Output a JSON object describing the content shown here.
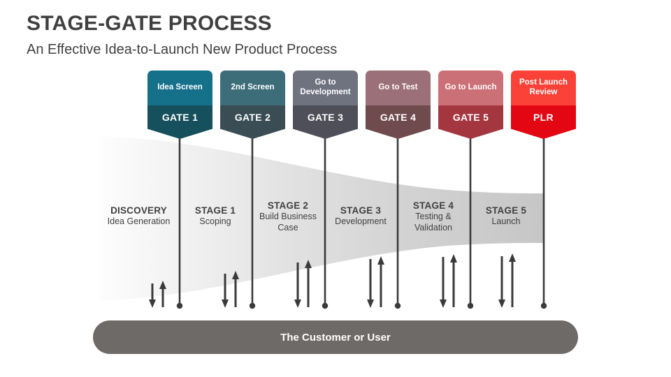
{
  "header": {
    "title": "STAGE-GATE PROCESS",
    "subtitle": "An Effective Idea-to-Launch New Product Process"
  },
  "gates": [
    {
      "decision": "Idea Screen",
      "label": "GATE 1",
      "top_color": "#15708a",
      "bottom_color": "#16505c"
    },
    {
      "decision": "2nd Screen",
      "label": "GATE 2",
      "top_color": "#3d6d79",
      "bottom_color": "#3a4d55"
    },
    {
      "decision": "Go to Development",
      "label": "GATE 3",
      "top_color": "#6f7380",
      "bottom_color": "#4e4f59"
    },
    {
      "decision": "Go to Test",
      "label": "GATE 4",
      "top_color": "#9c7078",
      "bottom_color": "#6f4b4e"
    },
    {
      "decision": "Go to Launch",
      "label": "GATE 5",
      "top_color": "#cc7077",
      "bottom_color": "#a43640"
    },
    {
      "decision": "Post Launch Review",
      "label": "PLR",
      "top_color": "#fa4238",
      "bottom_color": "#e30613"
    }
  ],
  "stages": [
    {
      "name": "DISCOVERY",
      "desc": "Idea Generation"
    },
    {
      "name": "STAGE 1",
      "desc": "Scoping"
    },
    {
      "name": "STAGE 2",
      "desc": "Build Business Case"
    },
    {
      "name": "STAGE 3",
      "desc": "Development"
    },
    {
      "name": "STAGE 4",
      "desc": "Testing & Validation"
    },
    {
      "name": "STAGE 5",
      "desc": "Launch"
    }
  ],
  "customer_bar": {
    "label": "The Customer or User"
  },
  "colors": {
    "background": "#ffffff",
    "text_dark": "#404040",
    "funnel_light": "#fbfbfb",
    "funnel_dark": "#c8c8c8",
    "connector": "#3a3a3a",
    "customer_bar": "#6e6a68"
  }
}
